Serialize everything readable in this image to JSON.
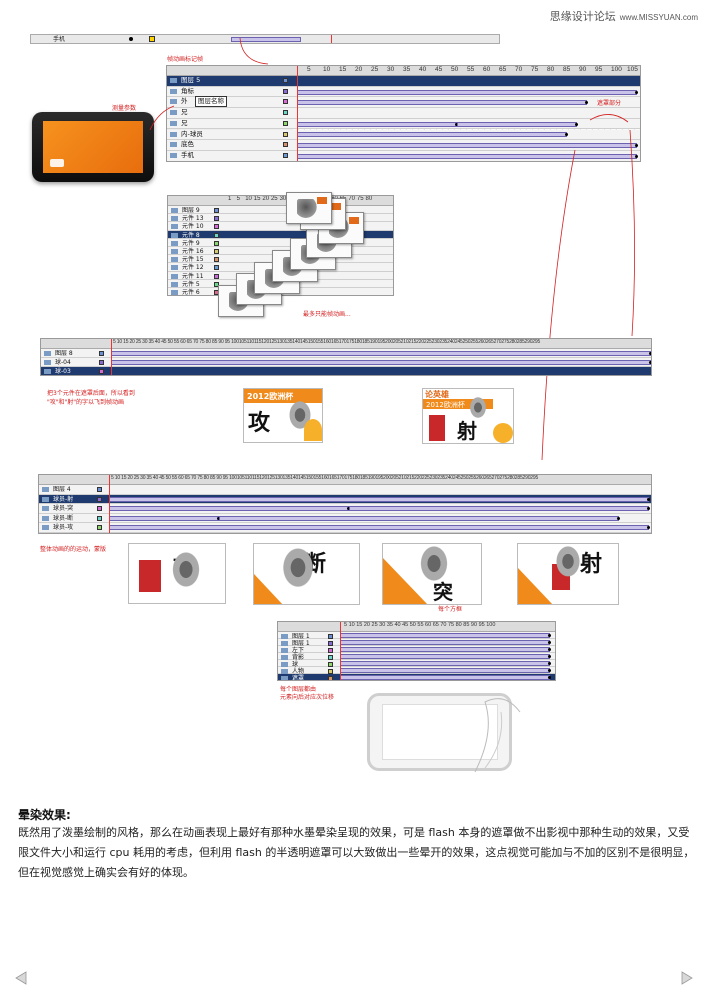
{
  "watermark": {
    "site_name": "思缘设计论坛",
    "site_url": "www.MISSYUAN.com"
  },
  "top_strip": {
    "layer": "手机"
  },
  "annotations": {
    "main_top": "帧动画标记帧",
    "phone_label": "测量参数",
    "mask_right": "遮罩部分",
    "stack_bottom": "最多只能帧动画...",
    "wide1_left": "把3个元件在遮罩后面，所以看到\n\"攻\"和\"射\"的字以飞到帧动画",
    "wide2_left": "整体动画的的运动，蒙版",
    "art_caption": "每个方框",
    "small_tl_caption": "每个图层都由\n元素向后对应次位移"
  },
  "main_timeline": {
    "ruler": [
      "5",
      "10",
      "15",
      "20",
      "25",
      "30",
      "35",
      "40",
      "45",
      "50",
      "55",
      "60",
      "65",
      "70",
      "75",
      "80",
      "85",
      "90",
      "95",
      "100",
      "105"
    ],
    "layers": [
      "图层 5",
      "角标",
      "外",
      "兄",
      "兄",
      "内-球员",
      "底色",
      "手机"
    ],
    "tooltip": "图层名称"
  },
  "stack_timeline": {
    "layers": [
      "图层 9",
      "元件 13",
      "元件 10",
      "元件 8",
      "元件 9",
      "元件 16",
      "元件 15",
      "元件 12",
      "元件 11",
      "元件 5",
      "元件 6"
    ],
    "ruler": [
      "1",
      "5",
      "10",
      "15",
      "20",
      "25",
      "30",
      "35",
      "40",
      "45",
      "50",
      "55",
      "60",
      "65",
      "70",
      "75",
      "80"
    ]
  },
  "wide_timeline_1": {
    "layers": [
      "图层 8",
      "球-04",
      "球-03"
    ],
    "ruler": "5 10 15 20 25 30 35 40 45 50 55 60 65 70 75 80 85 90 95 100105110115120125130135140145150155160165170175180185190195200205210215220225230235240245250255260265270275280285290295"
  },
  "wide_timeline_2": {
    "layers": [
      "图层 4",
      "球员-射",
      "球员-突",
      "球员-断",
      "球员-攻"
    ],
    "ruler": "5 10 15 20 25 30 35 40 45 50 55 60 65 70 75 80 85 90 95 100105110115120125130135140145150155160165170175180185190195200205210215220225230235240245250255260265270275280285290295"
  },
  "small_timeline": {
    "layers": [
      "图层 1",
      "图层 1",
      "左下",
      "背影",
      "球",
      "人物",
      "遮罩"
    ],
    "ruler": "5 10 15 20 25 30 35 40 45 50 55 60 65 70 75 80 85 90 95 100"
  },
  "art": {
    "banner1_year": "2012欧洲杯",
    "glyph_gong": "攻",
    "glyph_she": "射",
    "glyph_duan": "断",
    "glyph_tu": "突",
    "banner2_title": "论英雄"
  },
  "section": {
    "heading": "晕染效果:",
    "paragraph": "既然用了泼墨绘制的风格，那么在动画表现上最好有那种水墨晕染呈现的效果，可是 flash 本身的遮罩做不出影视中那种生动的效果，又受限文件大小和运行 cpu 耗用的考虑，但利用 flash 的半透明遮罩可以大致做出一些晕开的效果，这点视觉可能加与不加的区别不是很明显，但在视觉感觉上确实会有好的体现。"
  },
  "colors": {
    "orange": "#f08a1a",
    "accent_red": "#d42020",
    "selected_row": "#1e3a6e"
  },
  "nav": {
    "prev_icon": "left-arrow-icon",
    "next_icon": "right-arrow-icon"
  }
}
